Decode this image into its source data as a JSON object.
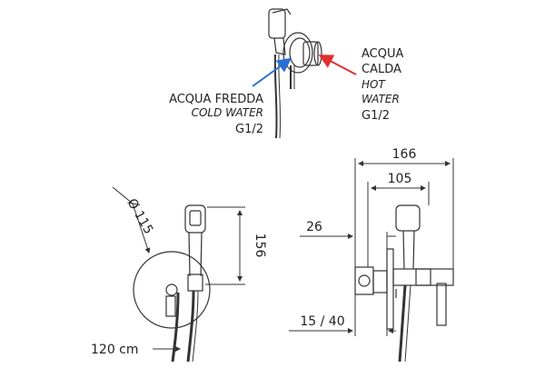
{
  "labels": {
    "hot_line1": "ACQUA",
    "hot_line2": "CALDA",
    "hot_line3": "HOT",
    "hot_line4": "WATER",
    "hot_thread": "G1/2",
    "cold_line1": "ACQUA FREDDA",
    "cold_line2": "COLD WATER",
    "cold_thread": "G1/2"
  },
  "dimensions": {
    "diameter": "Ø 115",
    "height": "156",
    "hose": "120 cm",
    "width_total": "166",
    "width_inner": "105",
    "depth_front": "26",
    "depth_range": "15 / 40"
  },
  "colors": {
    "line": "#333333",
    "hot_arrow": "#e03030",
    "cold_arrow": "#2a6fd1"
  }
}
